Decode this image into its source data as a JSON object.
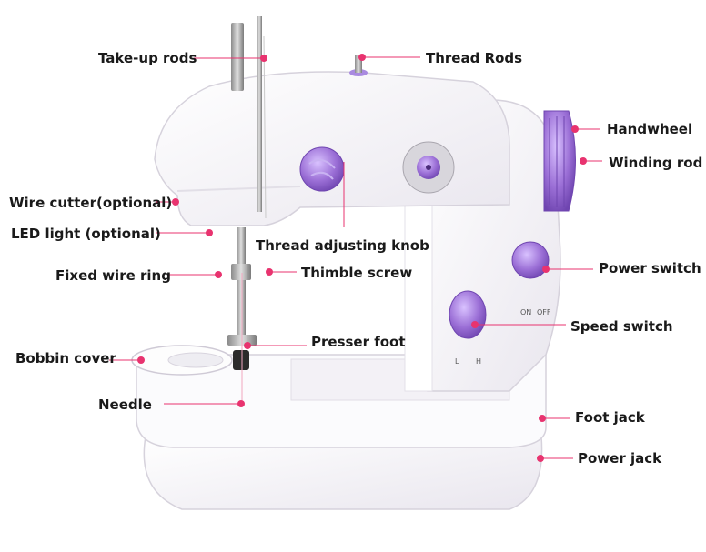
{
  "labels": {
    "take_up_rods": "Take-up rods",
    "thread_rods": "Thread Rods",
    "handwheel": "Handwheel",
    "winding_rod": "Winding rod",
    "wire_cutter": "Wire cutter(optional)",
    "led_light": "LED light (optional)",
    "thread_adjusting_knob": "Thread adjusting knob",
    "fixed_wire_ring": "Fixed wire ring",
    "thimble_screw": "Thimble screw",
    "power_switch": "Power switch",
    "speed_switch": "Speed switch",
    "presser_foot": "Presser foot",
    "bobbin_cover": "Bobbin cover",
    "needle": "Needle",
    "foot_jack": "Foot jack",
    "power_jack": "Power jack"
  },
  "machine_markings": {
    "power_on": "ON",
    "power_off": "OFF",
    "speed_low": "L",
    "speed_high": "H"
  },
  "colors": {
    "accent_pink": "#e8336f",
    "machine_body": "#f6f4f8",
    "knob_purple": "#9b6fd6"
  }
}
